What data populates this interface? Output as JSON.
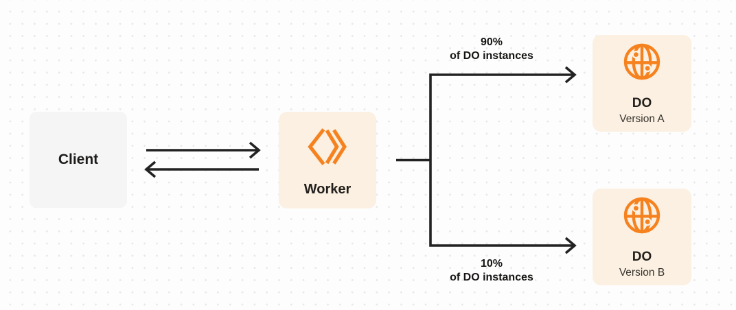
{
  "diagram": {
    "nodes": {
      "client": {
        "label": "Client"
      },
      "worker": {
        "label": "Worker",
        "icon": "workers-chevrons-icon"
      },
      "do_version_a": {
        "title": "DO",
        "subtitle": "Version A",
        "icon": "durable-object-globe-icon"
      },
      "do_version_b": {
        "title": "DO",
        "subtitle": "Version B",
        "icon": "durable-object-globe-icon"
      }
    },
    "edges": {
      "client_worker": {
        "style": "bidirectional-arrows"
      },
      "top_branch": {
        "line1": "90%",
        "line2": "of DO instances",
        "target": "do_version_a"
      },
      "bottom_branch": {
        "line1": "10%",
        "line2": "of DO instances",
        "target": "do_version_b"
      }
    },
    "colors": {
      "background": "#FDFDFD",
      "dot_grid": "#E8E8E8",
      "arrow": "#222222",
      "client_box": "#F5F5F6",
      "cream_box": "#FBF0E1",
      "accent_orange": "#F6821F",
      "text_dark": "#1E1C1A"
    }
  }
}
